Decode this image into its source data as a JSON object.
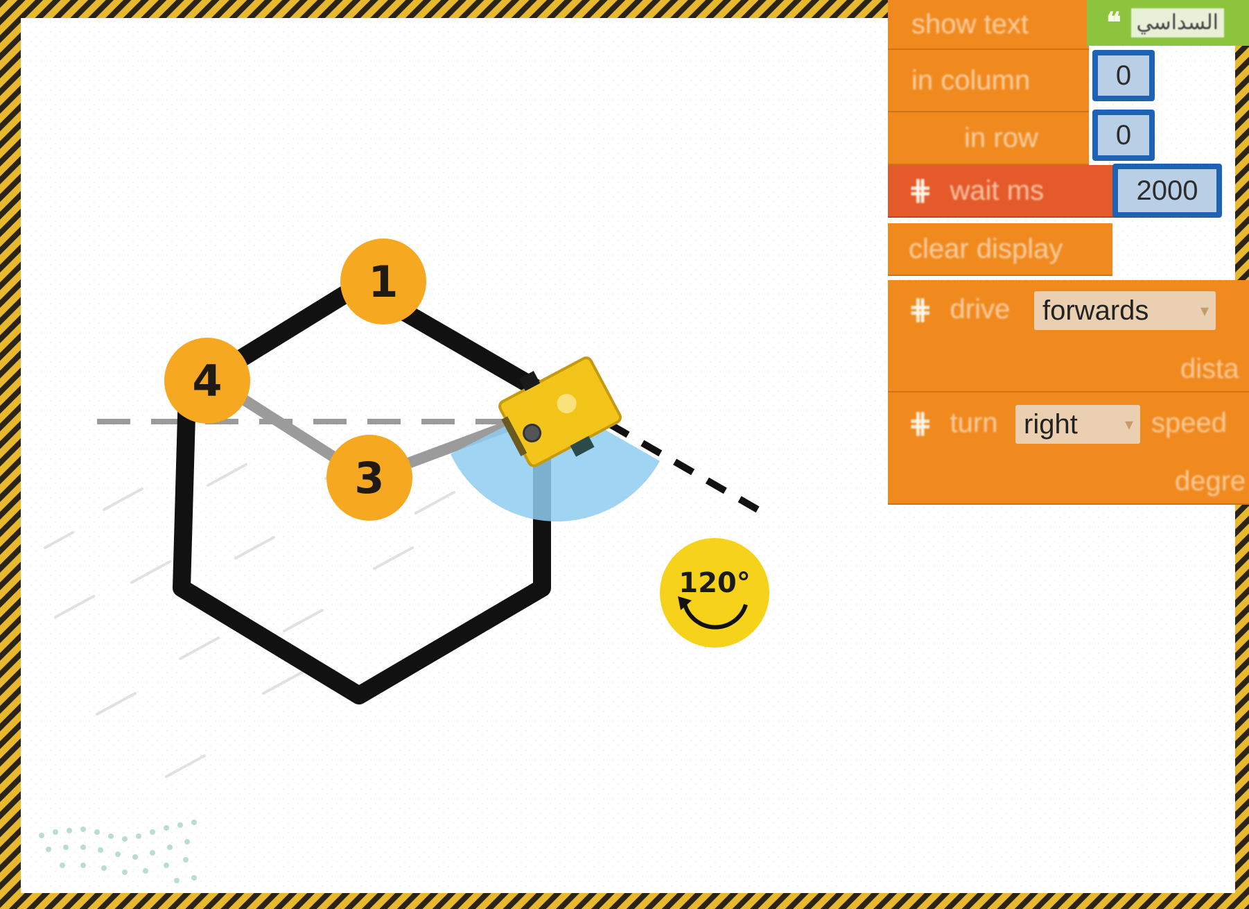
{
  "turn_indicator": {
    "angle_label": "120°",
    "icon": "rotate-arrow-icon"
  },
  "path_markers": [
    {
      "number": "1"
    },
    {
      "number": "4"
    },
    {
      "number": "3"
    }
  ],
  "code_blocks": {
    "show_text": {
      "label": "show text",
      "string_value": "السداسي"
    },
    "in_column": {
      "label": "in column",
      "value": "0"
    },
    "in_row": {
      "label": "in row",
      "value": "0"
    },
    "wait": {
      "label": "wait ms",
      "value": "2000"
    },
    "clear_display": {
      "label": "clear display"
    },
    "drive": {
      "label": "drive",
      "direction": "forwards",
      "distance_label": "dista"
    },
    "turn": {
      "label": "turn",
      "direction": "right",
      "speed_label": "speed",
      "degrees_label": "degre"
    }
  },
  "colors": {
    "block_orange": "#f08a1f",
    "block_red": "#e45a2a",
    "number_socket_blue": "#1e63b3",
    "string_socket_green": "#8cc43d",
    "marker_yellow": "#f5a820",
    "robot_yellow": "#f3c51a",
    "turn_arc_blue": "#8ecdf0",
    "border_stripe_yellow": "#e8b92e"
  }
}
